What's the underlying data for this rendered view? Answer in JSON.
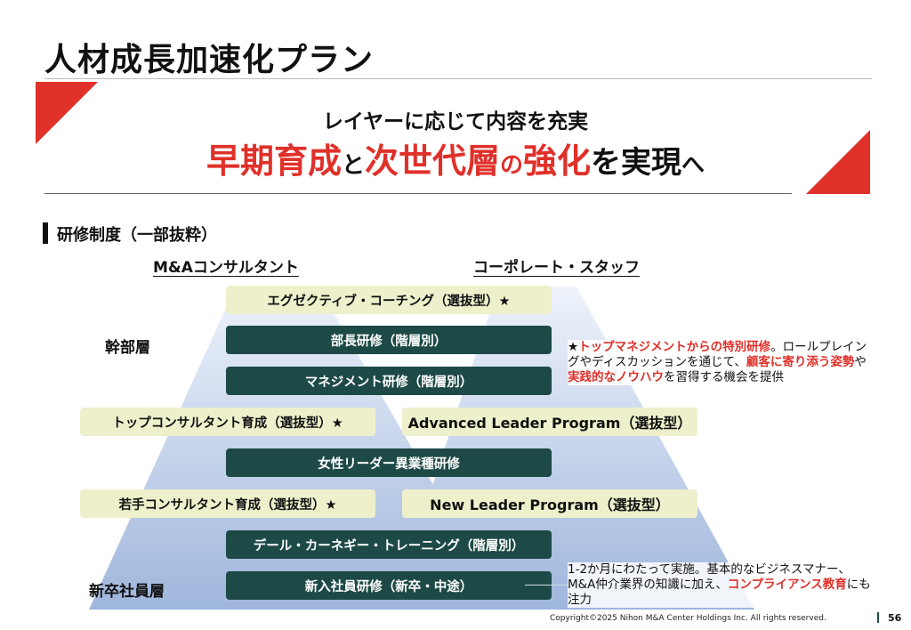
{
  "page": {
    "title": "人材成長加速化プラン",
    "headline1": "レイヤーに応じて内容を充実",
    "headline2": {
      "p1": "早期育成",
      "p2": "と",
      "p3": "次世代層",
      "p4": "の",
      "p5": "強化",
      "p6": "を実現",
      "p7": "へ"
    },
    "section_title": "研修制度（一部抜粋）"
  },
  "columns": {
    "left": "M&Aコンサルタント",
    "right": "コーポレート・スタッフ"
  },
  "levels": {
    "exec": "幹部層",
    "new": "新卒社員層"
  },
  "programs": {
    "exec_coaching": "エグゼクティブ・コーチング（選抜型）★",
    "dept_manager": "部長研修（階層別）",
    "management": "マネジメント研修（階層別）",
    "top_consultant": "トップコンサルタント育成（選抜型）★",
    "advanced_leader": "Advanced Leader Program（選抜型）",
    "women_leader": "女性リーダー異業種研修",
    "young_consultant": "若手コンサルタント育成（選抜型）★",
    "new_leader": "New Leader Program（選抜型）",
    "dale_carnegie": "デール・カーネギー・トレーニング（階層別）",
    "new_hire": "新入社員研修（新卒・中途）"
  },
  "notes": {
    "star": {
      "mark": "★",
      "a": "トップマネジメントからの特別研修",
      "b": "。ロールプレイングやディスカッションを通じて、",
      "c": "顧客に寄り添う姿勢",
      "d": "や",
      "e": "実践的なノウハウ",
      "f": "を習得する機会を提供"
    },
    "newhire": {
      "a": "1-2か月にわたって実施。基本的なビジネスマナー、M&A仲介業界の知識に加え、",
      "b": "コンプライアンス教育",
      "c": "にも注力"
    }
  },
  "footer": {
    "copyright": "Copyright©2025 Nihon M&A Center Holdings Inc. All rights reserved.",
    "page_number": "56"
  },
  "colors": {
    "accent_red": "#e0302a",
    "dark_green": "#1d4a46",
    "light_box": "#eef0cc",
    "pyramid_top": "#eef3fb",
    "pyramid_bottom": "#9fb6dc"
  }
}
